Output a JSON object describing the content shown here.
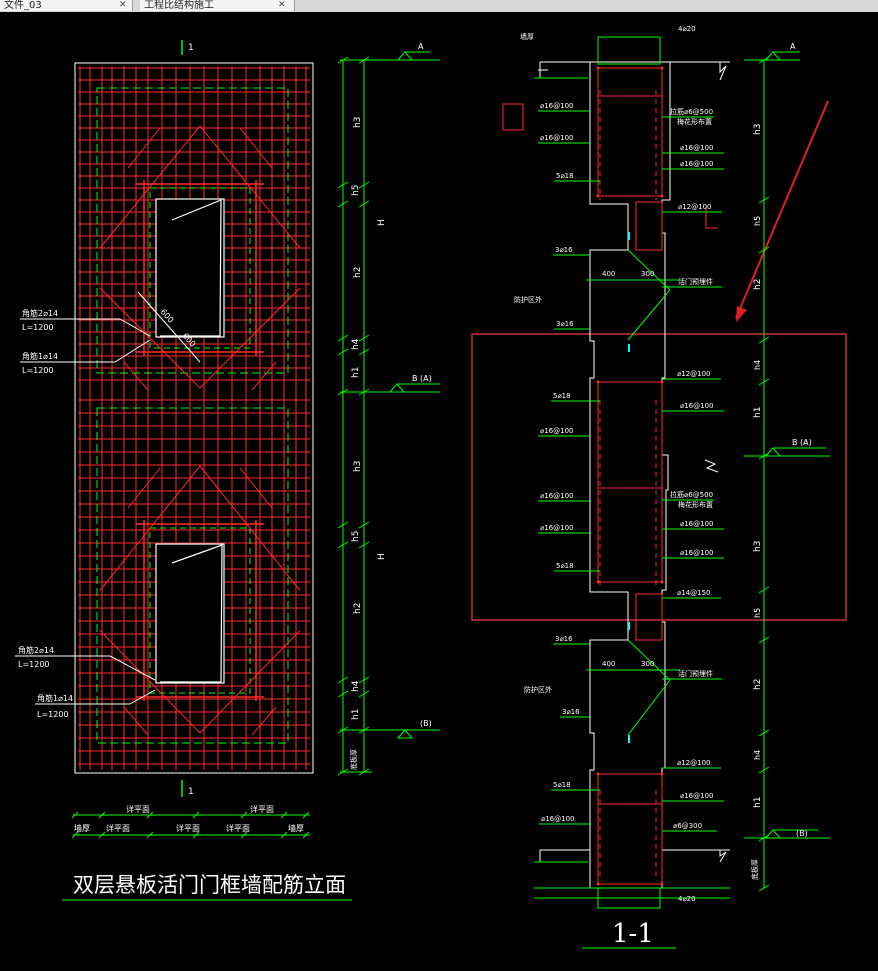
{
  "tabs": [
    {
      "label": "文件_03"
    },
    {
      "label": "工程比结构施工"
    }
  ],
  "colors": {
    "background": "#000000",
    "rebar": "#ff2a2a",
    "dash": "#00ff00",
    "dim": "#00ff00",
    "text": "#ffffff",
    "cyan": "#00ffff",
    "highlight": "#c83232"
  },
  "elevation": {
    "section_mark_top": "1",
    "section_mark_bottom": "1",
    "leaders": [
      {
        "line1": "角筋2⌀14",
        "line2": "L=1200"
      },
      {
        "line1": "角筋1⌀14",
        "line2": "L=1200"
      },
      {
        "line1": "角筋2⌀14",
        "line2": "L=1200"
      },
      {
        "line1": "角筋1⌀14",
        "line2": "L=1200"
      }
    ],
    "dims_diag": [
      "600",
      "600"
    ],
    "dims_right": [
      "h3",
      "h5",
      "h2",
      "h4",
      "h1",
      "H",
      "h3",
      "h5",
      "h2",
      "h4",
      "h1",
      "H",
      "底板厚"
    ],
    "level_a": "A",
    "level_b": "B  (A)",
    "level_b2": "(B)",
    "bottom_top_labels": [
      "详平面",
      "详平面"
    ],
    "bottom_bot_labels": [
      "墙厚",
      "详平面",
      "详平面",
      "详平面",
      "墙厚"
    ],
    "title": "双层悬板活门门框墙配筋立面"
  },
  "section": {
    "top_label": "4⌀20",
    "bottom_label": "4⌀20",
    "top_left": "墙厚",
    "annotations": [
      "⌀16@100",
      "⌀16@100",
      "拉筋⌀6@500",
      "梅花形布置",
      "⌀16@100",
      "⌀16@100",
      "5⌀18",
      "⌀12@100",
      "3⌀16",
      "400",
      "300",
      "活门预埋件",
      "防护区外",
      "3⌀16",
      "⌀12@100",
      "5⌀18",
      "⌀16@100",
      "⌀16@100",
      "⌀16@100",
      "拉筋⌀6@500",
      "梅花形布置",
      "⌀16@100",
      "⌀16@100",
      "⌀16@100",
      "5⌀18",
      "⌀14@150",
      "3⌀16",
      "400",
      "300",
      "活门预埋件",
      "防护区外",
      "3⌀16",
      "⌀12@100",
      "5⌀18",
      "⌀16@100",
      "⌀16@100",
      "⌀6@300"
    ],
    "dims_right": [
      "h3",
      "h5",
      "h2",
      "h4",
      "h1",
      "h3",
      "h5",
      "h2",
      "h4",
      "h1",
      "底板厚"
    ],
    "level_a": "A",
    "level_b": "B  (A)",
    "level_b2": "(B)",
    "title": "1-1"
  }
}
